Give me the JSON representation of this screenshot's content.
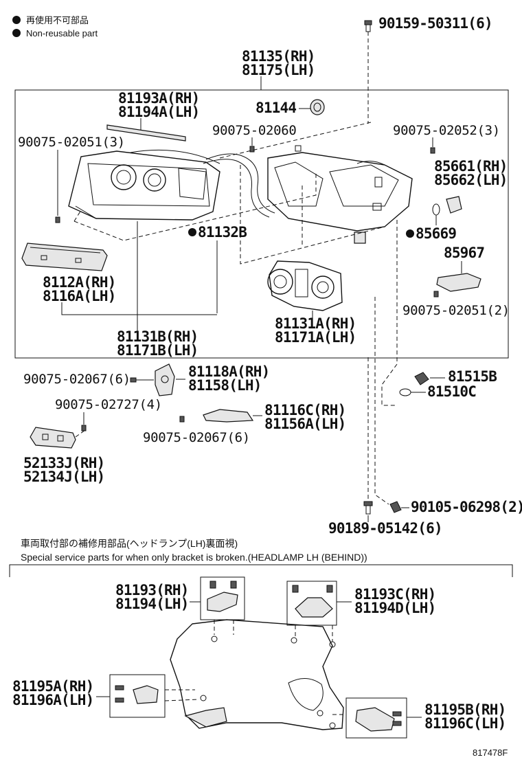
{
  "legend": {
    "jp": "再使用不可部品",
    "en": "Non-reusable part"
  },
  "labels": {
    "p90159": "90159-50311(6)",
    "p81135": "81135(RH)",
    "p81175": "81175(LH)",
    "p81193A": "81193A(RH)",
    "p81194A": "81194A(LH)",
    "p81144": "81144",
    "p90075_02060": "90075-02060",
    "p90075_02052": "90075-02052(3)",
    "p90075_02051_3": "90075-02051(3)",
    "p85661": "85661(RH)",
    "p85662": "85662(LH)",
    "p81132B": "81132B",
    "p85669": "85669",
    "p8112A": "8112A(RH)",
    "p8116A": "8116A(LH)",
    "p85967": "85967",
    "p90075_02051_2": "90075-02051(2)",
    "p81131A": "81131A(RH)",
    "p81171A": "81171A(LH)",
    "p81131B": "81131B(RH)",
    "p81171B": "81171B(LH)",
    "p90075_02067a": "90075-02067(6)",
    "p81118A": "81118A(RH)",
    "p81158": "81158(LH)",
    "p81515B": "81515B",
    "p81510C": "81510C",
    "p90075_02727": "90075-02727(4)",
    "p81116C": "81116C(RH)",
    "p81156A": "81156A(LH)",
    "p90075_02067b": "90075-02067(6)",
    "p52133J": "52133J(RH)",
    "p52134J": "52134J(LH)",
    "p90105": "90105-06298(2)",
    "p90189": "90189-05142(6)",
    "p81193": "81193(RH)",
    "p81194": "81194(LH)",
    "p81193C": "81193C(RH)",
    "p81194D": "81194D(LH)",
    "p81195A": "81195A(RH)",
    "p81196A": "81196A(LH)",
    "p81195B": "81195B(RH)",
    "p81196C": "81196C(LH)"
  },
  "section_note": {
    "jp": "車両取付部の補修用部品(ヘッドランプ(LH)裏面視)",
    "en": "Special service parts for when only bracket is broken.(HEADLAMP LH (BEHIND))"
  },
  "figure_id": "817478F"
}
